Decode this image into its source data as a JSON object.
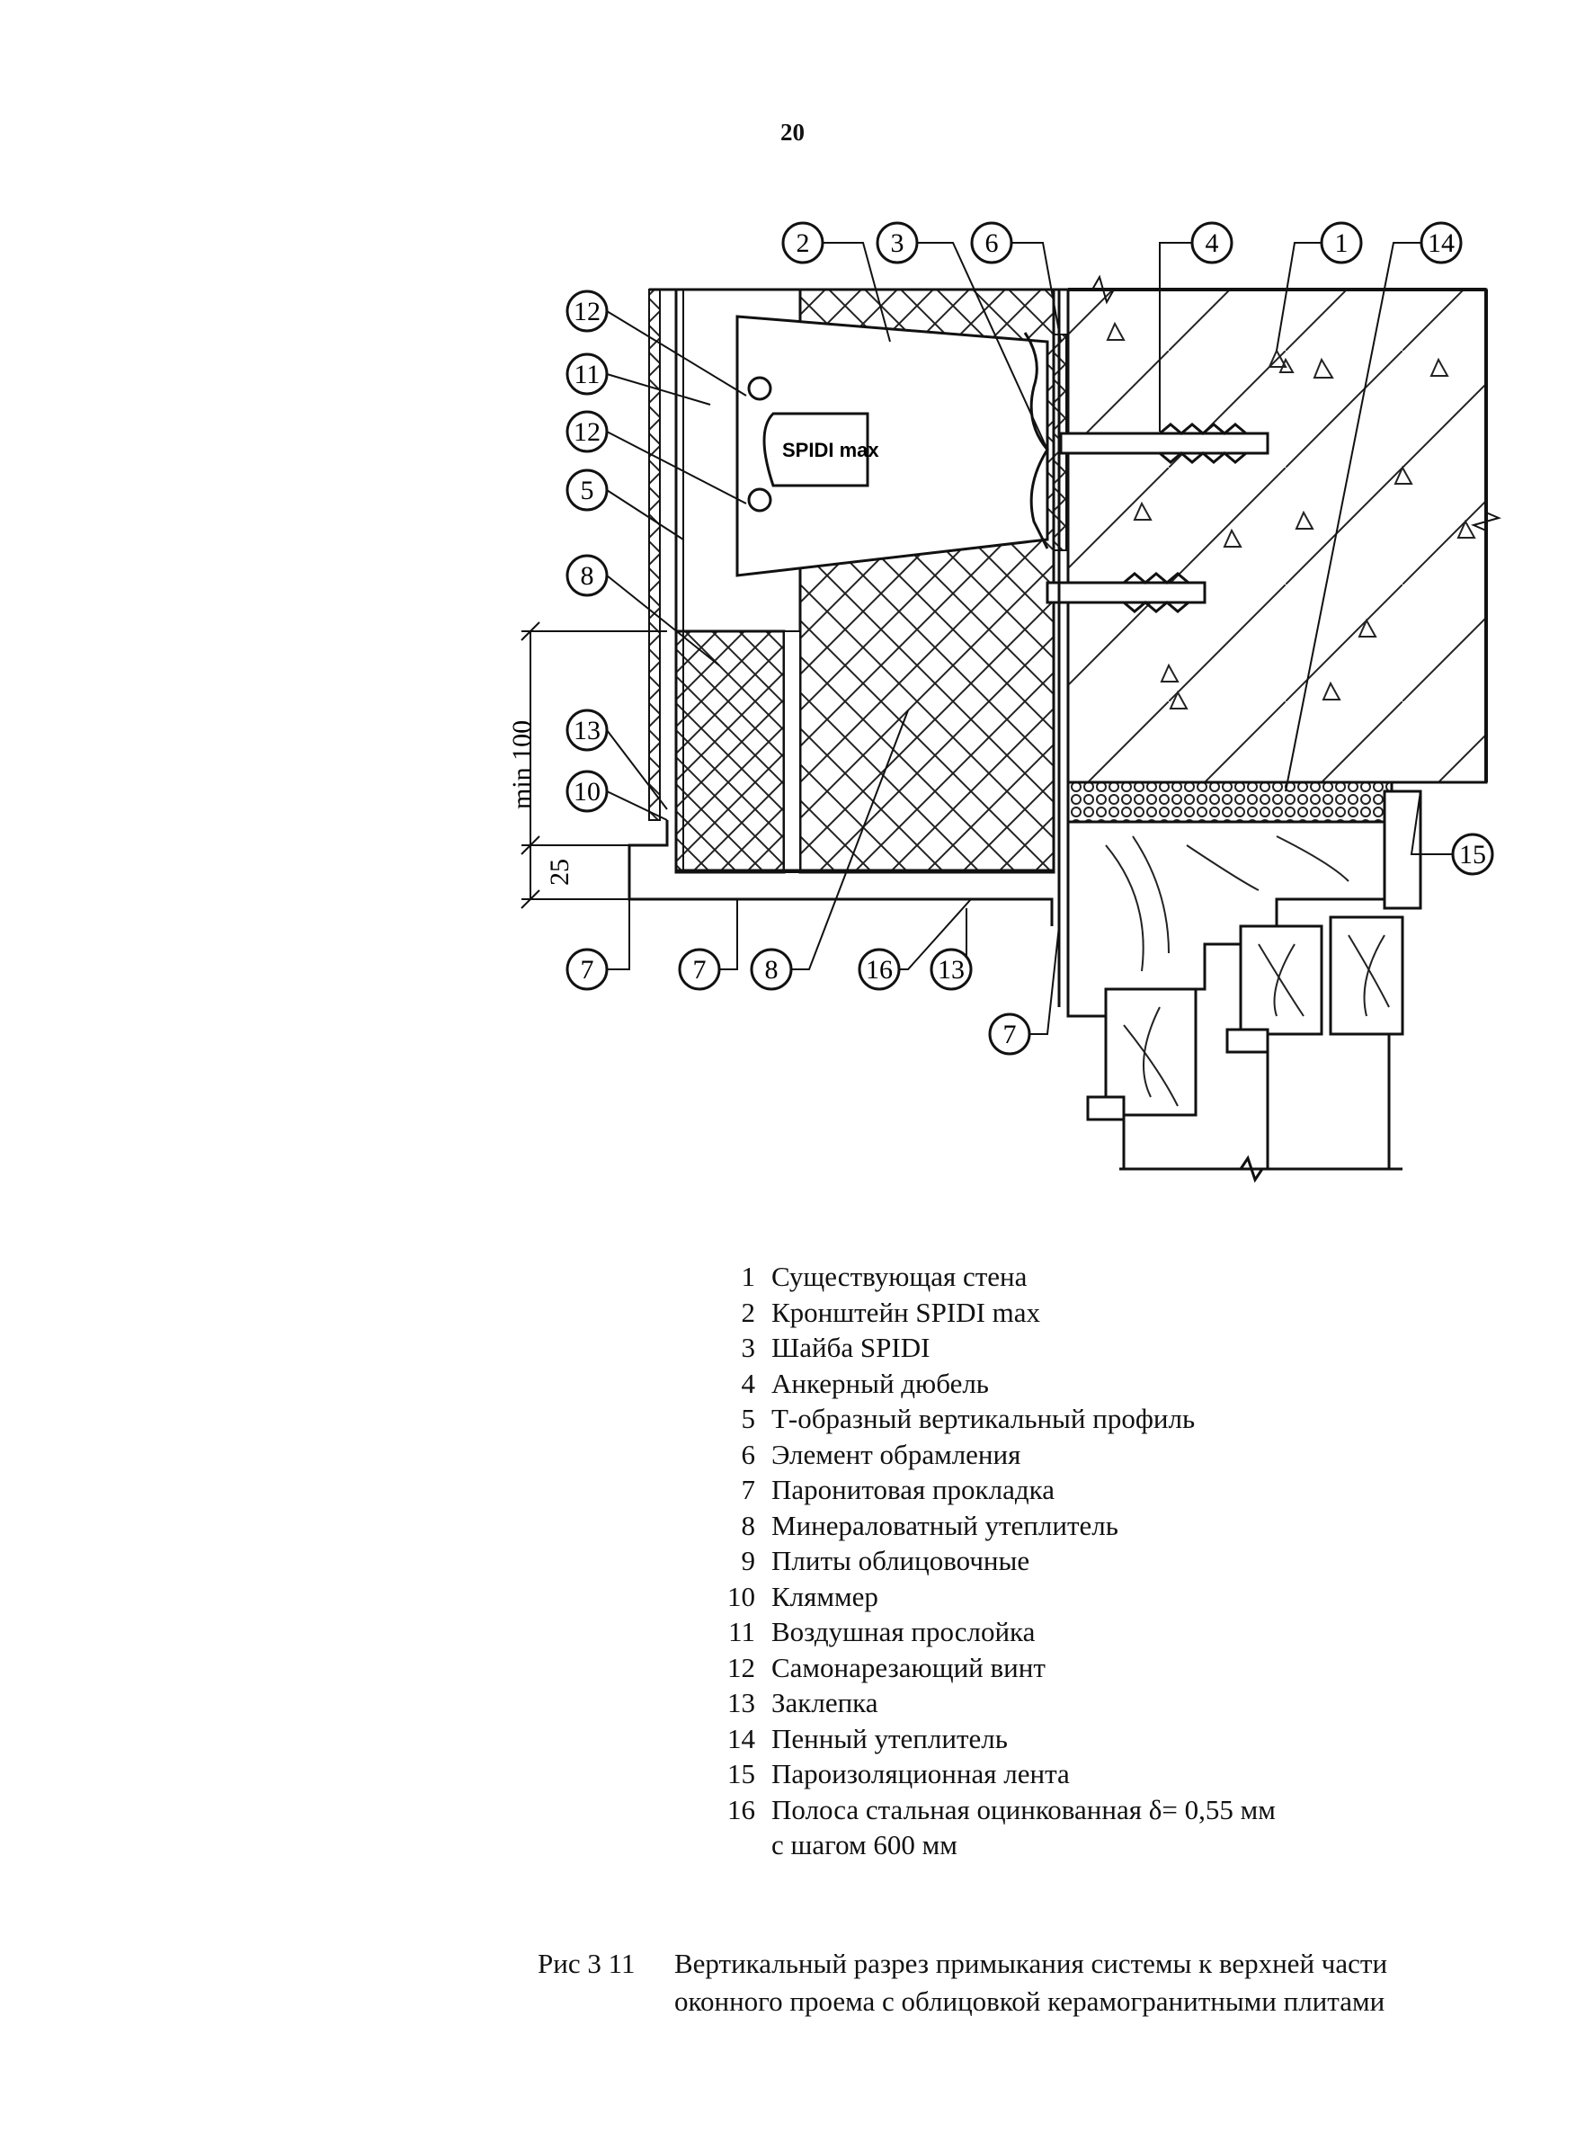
{
  "page_number": "20",
  "drawing": {
    "dimension_labels": {
      "min100": "min 100",
      "d25": "25"
    },
    "callouts": [
      "1",
      "2",
      "3",
      "4",
      "5",
      "6",
      "7",
      "8",
      "10",
      "11",
      "12",
      "13",
      "14",
      "15",
      "16"
    ],
    "bracket_label": "SPIDI max"
  },
  "legend": [
    {
      "num": "1",
      "text": "Существующая стена"
    },
    {
      "num": "2",
      "text": "Кронштейн SPIDI max"
    },
    {
      "num": "3",
      "text": "Шайба SPIDI"
    },
    {
      "num": "4",
      "text": "Анкерный дюбель"
    },
    {
      "num": "5",
      "text": "Т-образный вертикальный профиль"
    },
    {
      "num": "6",
      "text": "Элемент обрамления"
    },
    {
      "num": "7",
      "text": "Паронитовая прокладка"
    },
    {
      "num": "8",
      "text": "Минераловатный утеплитель"
    },
    {
      "num": "9",
      "text": "Плиты облицовочные"
    },
    {
      "num": "10",
      "text": "Кляммер"
    },
    {
      "num": "11",
      "text": "Воздушная прослойка"
    },
    {
      "num": "12",
      "text": "Самонарезающий винт"
    },
    {
      "num": "13",
      "text": "Заклепка"
    },
    {
      "num": "14",
      "text": "Пенный утеплитель"
    },
    {
      "num": "15",
      "text": "Пароизоляционная лента"
    },
    {
      "num": "16",
      "text": "Полоса стальная оцинкованная δ= 0,55 мм"
    }
  ],
  "legend_continuation": "с шагом 600 мм",
  "caption": {
    "label": "Рис 3 11",
    "line1": "Вертикальный разрез примыкания системы к верхней части",
    "line2": "оконного проема с облицовкой керамогранитными плитами"
  }
}
